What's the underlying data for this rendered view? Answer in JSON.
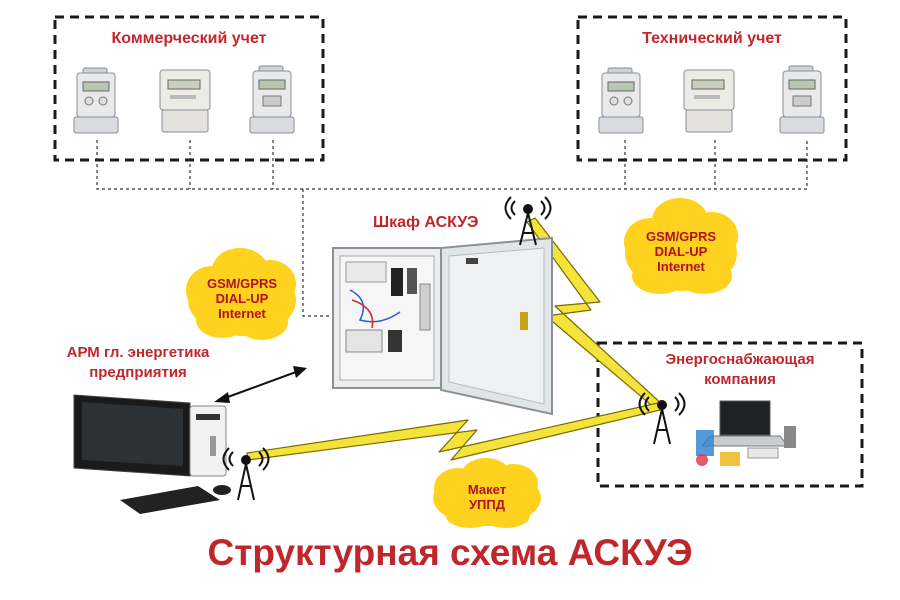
{
  "title": "Структурная схема АСКУЭ",
  "groups": {
    "commercial": {
      "label": "Коммерческий учет"
    },
    "technical": {
      "label": "Технический учет"
    },
    "cabinet": {
      "label": "Шкаф АСКУЭ"
    },
    "arm": {
      "label_line1": "АРМ гл. энергетика",
      "label_line2": "предприятия"
    },
    "supplier": {
      "label_line1": "Энергоснабжающая",
      "label_line2": "компания"
    }
  },
  "clouds": {
    "left": {
      "lines": [
        "GSM/GPRS",
        "DIAL-UP",
        "Internet"
      ]
    },
    "right": {
      "lines": [
        "GSM/GPRS",
        "DIAL-UP",
        "Internet"
      ]
    },
    "bottom": {
      "lines": [
        "Макет",
        "УППД"
      ]
    }
  },
  "colors": {
    "label_red": "#c0272d",
    "cloud_fill": "#ffd21f",
    "cloud_text": "#b3101b",
    "lightning": "#f3e33a",
    "frame": "#1a1a1a"
  }
}
